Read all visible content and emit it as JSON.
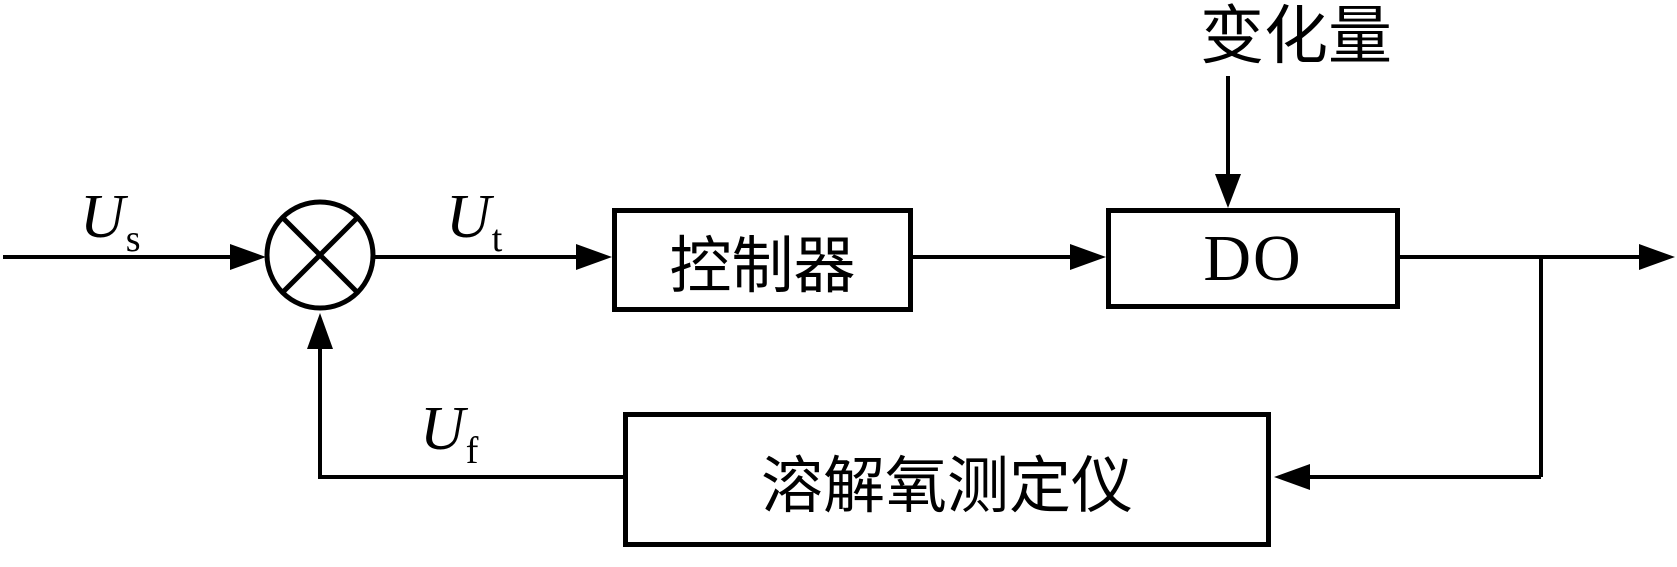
{
  "colors": {
    "background": "#ffffff",
    "line": "#000000"
  },
  "blocks": {
    "controller": "控制器",
    "process": "DO",
    "sensor": "溶解氧测定仪"
  },
  "labels": {
    "disturbance": "变化量",
    "setpoint_base": "U",
    "setpoint_sub": "s",
    "control_base": "U",
    "control_sub": "t",
    "feedback_base": "U",
    "feedback_sub": "f"
  }
}
